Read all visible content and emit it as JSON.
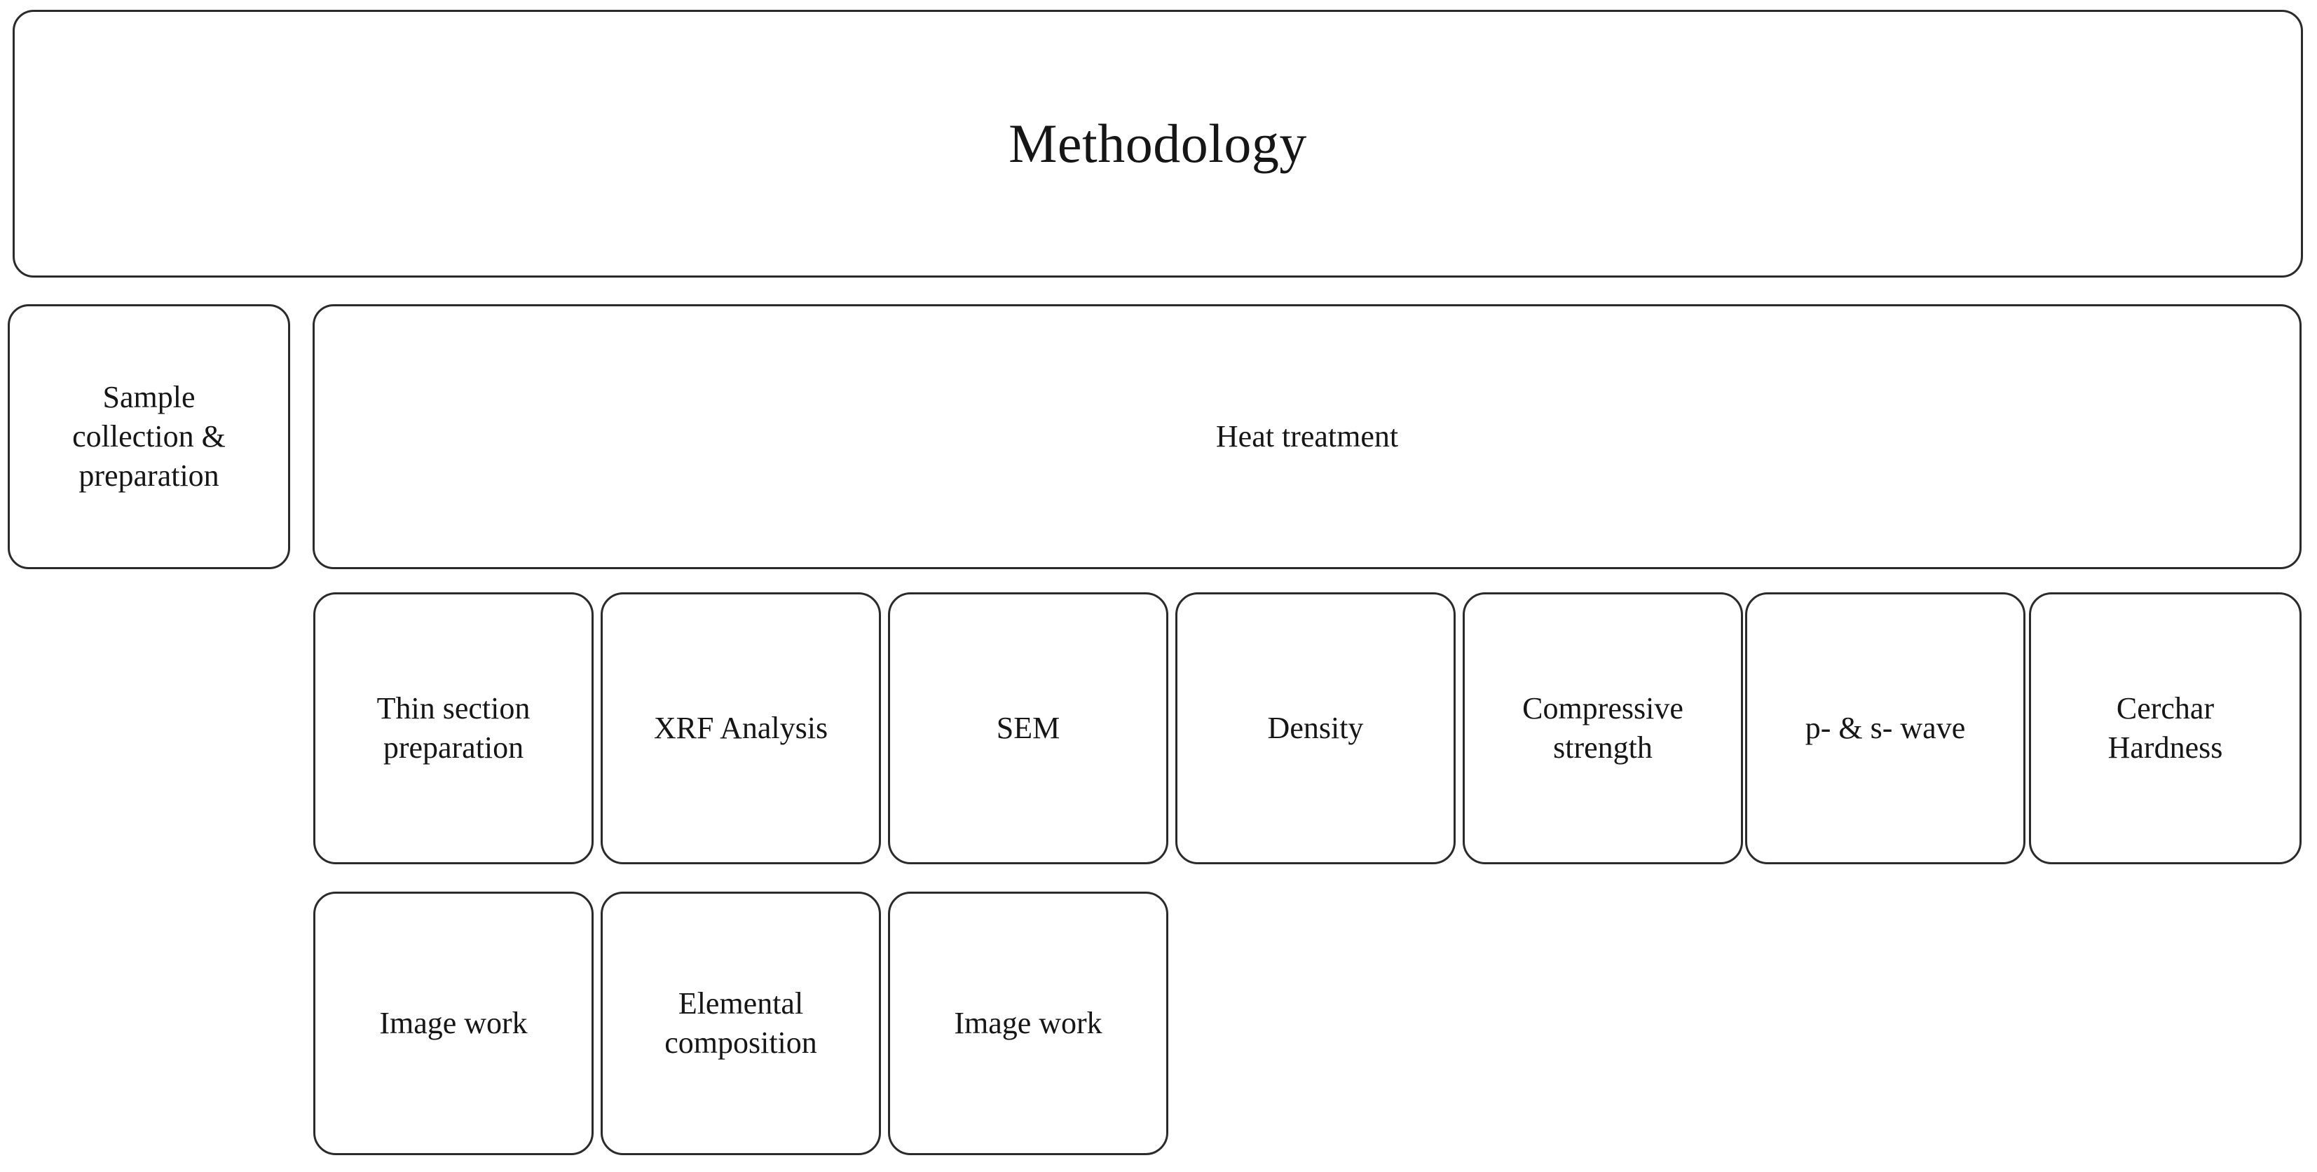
{
  "diagram": {
    "title": "Methodology",
    "stroke_color": "#2b2b2b",
    "fill_color": "#ffffff",
    "text_color": "#161616"
  },
  "stages": {
    "sample": "Sample\ncollection &\npreparation",
    "heat_treatment": "Heat treatment"
  },
  "analyses": [
    {
      "id": "thin-section-preparation",
      "label": "Thin section\npreparation"
    },
    {
      "id": "xrf-analysis",
      "label": "XRF Analysis"
    },
    {
      "id": "sem",
      "label": "SEM"
    },
    {
      "id": "density",
      "label": "Density"
    },
    {
      "id": "compressive-strength",
      "label": "Compressive\nstrength"
    },
    {
      "id": "p-and-s-wave",
      "label": "p- & s- wave"
    },
    {
      "id": "cerchar-hardness",
      "label": "Cerchar\nHardness"
    }
  ],
  "outputs": [
    {
      "id": "image-work-1",
      "label": "Image work"
    },
    {
      "id": "elemental-composition",
      "label": "Elemental\ncomposition"
    },
    {
      "id": "image-work-2",
      "label": "Image work"
    }
  ]
}
